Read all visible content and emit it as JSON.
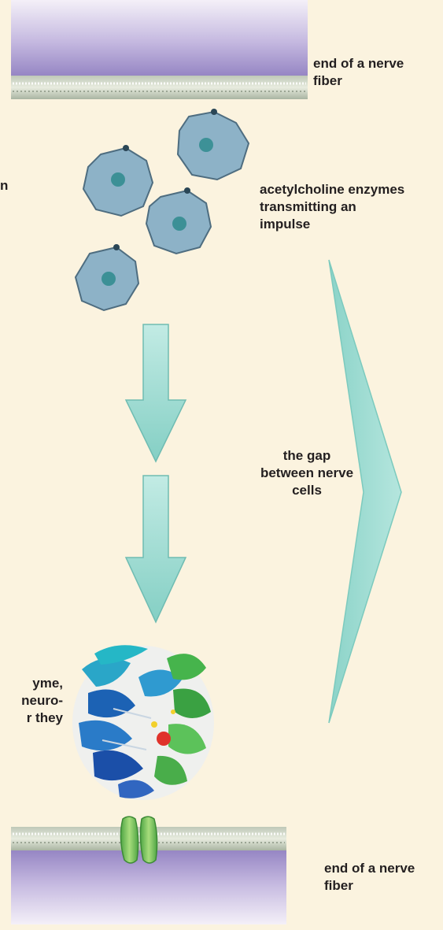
{
  "colors": {
    "background": "#fbf3df",
    "fiber_top": "#f3eff7",
    "fiber_bottom": "#9c8cc6",
    "arrow_fill": "#9fdcd2",
    "enzyme": "#8bb0c4"
  },
  "icons": [
    "nerve-fiber-membrane",
    "acetylcholine-enzyme",
    "down-arrow",
    "chevron-arrow",
    "acetylcholinesterase-structure",
    "membrane-channel"
  ],
  "labels": {
    "top_fiber": [
      "end of a nerve",
      "fiber"
    ],
    "enzymes": [
      "acetylcholine enzymes",
      "transmitting an",
      "impulse"
    ],
    "gap": [
      "the gap",
      "between nerve",
      "cells"
    ],
    "bottom_fiber": [
      "end of a nerve",
      "fiber"
    ],
    "left_top_fragment": [
      "n"
    ],
    "left_bottom_fragment": [
      "yme,",
      "neuro-",
      "r they"
    ]
  }
}
